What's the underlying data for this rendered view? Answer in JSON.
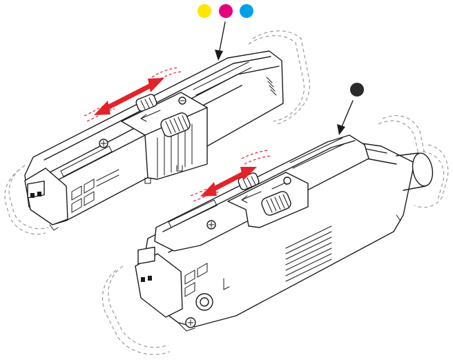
{
  "diagram": {
    "colors": {
      "yellow": "#FFE600",
      "magenta": "#E6007E",
      "cyan": "#00A0E9",
      "black": "#2b2b2b",
      "arrow_red": "#E2232A"
    },
    "items": [
      {
        "name": "color-toner-cartridge",
        "markers": [
          "yellow",
          "magenta",
          "cyan"
        ]
      },
      {
        "name": "black-toner-cartridge",
        "markers": [
          "black"
        ]
      }
    ],
    "icons": [
      "pointer-arrow-icon",
      "double-headed-arrow-icon",
      "toner-cartridge-icon"
    ]
  }
}
